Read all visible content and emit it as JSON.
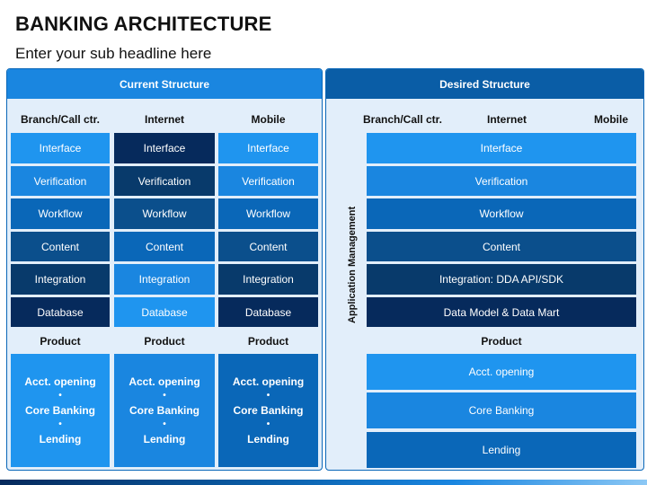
{
  "title": "BANKING ARCHITECTURE",
  "subtitle": "Enter your sub headline here",
  "current": {
    "header": "Current Structure",
    "columns": [
      "Branch/Call ctr.",
      "Internet",
      "Mobile"
    ],
    "rows": [
      "Interface",
      "Verification",
      "Workflow",
      "Content",
      "Integration",
      "Database"
    ],
    "product_label": "Product",
    "products": [
      "Acct. opening",
      "Core Banking",
      "Lending"
    ]
  },
  "desired": {
    "header": "Desired Structure",
    "columns": [
      "Branch/Call ctr.",
      "Internet",
      "Mobile"
    ],
    "side_label": "Application Management",
    "rows": [
      "Interface",
      "Verification",
      "Workflow",
      "Content",
      "Integration: DDA API/SDK",
      "Data Model & Data Mart"
    ],
    "product_label": "Product",
    "products": [
      "Acct. opening",
      "Core Banking",
      "Lending"
    ]
  },
  "product_separator": "•",
  "colors": {
    "light_blue": "#1f95ef",
    "mid_blue": "#0a67b8",
    "dark_blue": "#0b4f8c",
    "darker_blue": "#083a6b",
    "navy": "#062a5c"
  }
}
